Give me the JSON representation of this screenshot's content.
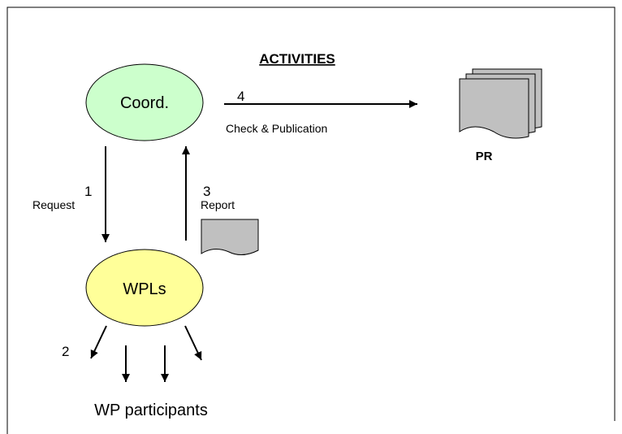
{
  "diagram": {
    "title": "ACTIVITIES",
    "nodes": {
      "coord": {
        "label": "Coord.",
        "fill": "#ccffcc"
      },
      "wpls": {
        "label": "WPLs",
        "fill": "#ffff99"
      },
      "pr": {
        "label": "PR"
      }
    },
    "steps": {
      "request": {
        "number": "1",
        "label": "Request"
      },
      "participants": {
        "number": "2"
      },
      "report": {
        "number": "3",
        "label": "Report"
      },
      "publication": {
        "number": "4",
        "label": "Check & Publication"
      }
    },
    "participants_label": "WP participants",
    "colors": {
      "document_fill": "#c0c0c0",
      "border": "#000000"
    }
  }
}
